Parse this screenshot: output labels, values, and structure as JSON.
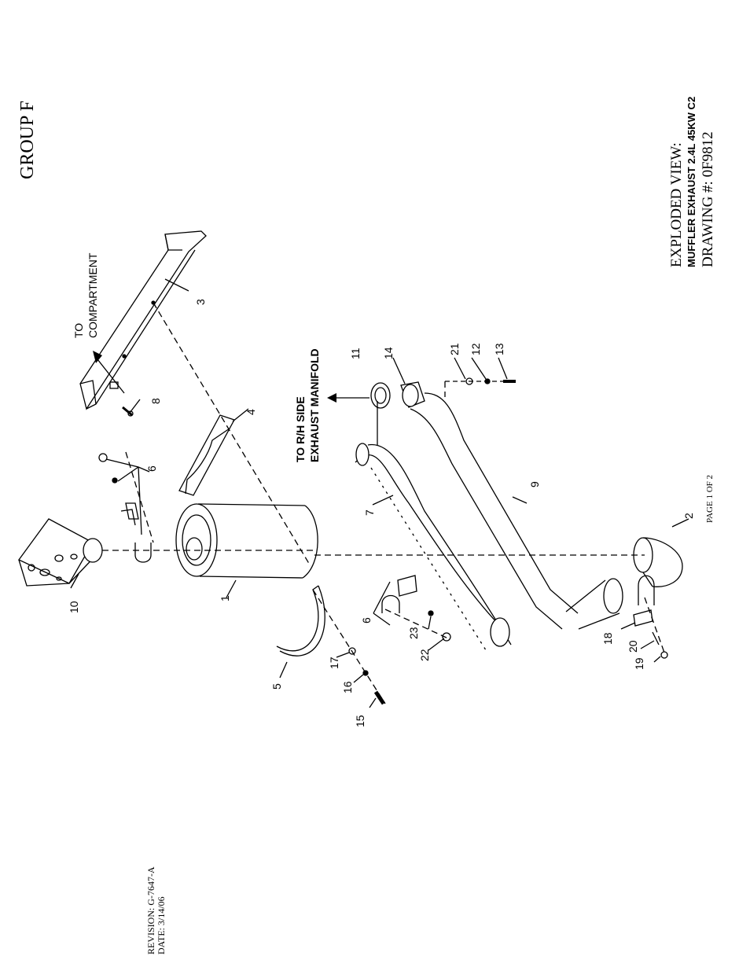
{
  "page": {
    "group": "GROUP F",
    "title_line1": "EXPLODED VIEW:",
    "title_line2": "MUFFLER EXHAUST 2.4L 45KW C2",
    "title_line3": "DRAWING #: 0F9812",
    "page_label": "PAGE 1 OF 2",
    "revision": "REVISION: G-7647-A",
    "date": "DATE: 3/14/06"
  },
  "callouts": {
    "to_compartment_1": "TO",
    "to_compartment_2": "COMPARTMENT",
    "to_manifold_1": "TO R/H SIDE",
    "to_manifold_2": "EXHAUST MANIFOLD"
  },
  "part_numbers": {
    "p1": "1",
    "p2": "2",
    "p3": "3",
    "p4": "4",
    "p5": "5",
    "p6a": "6",
    "p6b": "6",
    "p7": "7",
    "p8": "8",
    "p9": "9",
    "p10": "10",
    "p11": "11",
    "p12": "12",
    "p13": "13",
    "p14": "14",
    "p15": "15",
    "p16": "16",
    "p17": "17",
    "p18": "18",
    "p19": "19",
    "p20": "20",
    "p21": "21",
    "p22": "22",
    "p23": "23"
  }
}
